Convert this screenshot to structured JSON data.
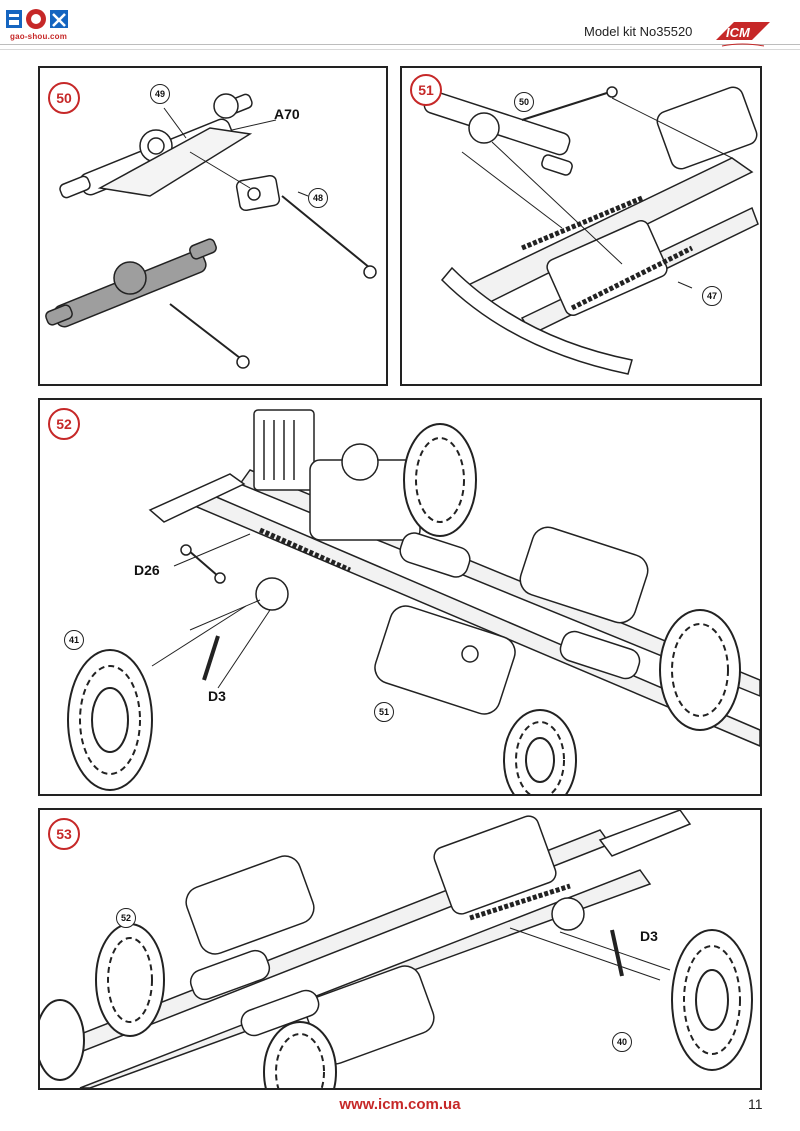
{
  "header": {
    "watermark_text": "gao-shou.com",
    "kit_number": "Model kit No35520",
    "brand": "ICM"
  },
  "steps": [
    {
      "number": "50",
      "refs": [
        "49",
        "48"
      ],
      "labels": [
        "A70"
      ]
    },
    {
      "number": "51",
      "refs": [
        "50",
        "47"
      ],
      "labels": []
    },
    {
      "number": "52",
      "refs": [
        "41",
        "51"
      ],
      "labels": [
        "D26",
        "D3"
      ]
    },
    {
      "number": "53",
      "refs": [
        "52",
        "40"
      ],
      "labels": [
        "D3"
      ]
    }
  ],
  "footer": {
    "url": "www.icm.com.ua",
    "page_number": "11"
  },
  "colors": {
    "accent": "#c62828",
    "line": "#222222",
    "part_highlight": "#9e9e9e"
  }
}
